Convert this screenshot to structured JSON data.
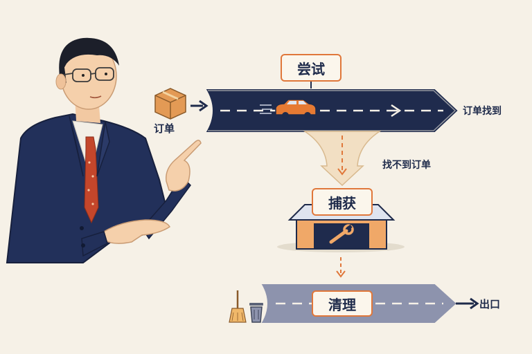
{
  "diagram": {
    "input_label": "订单",
    "try_label": "尝试",
    "found_label": "订单找到",
    "not_found_label": "找不到订单",
    "catch_label": "捕获",
    "cleanup_label": "清理",
    "exit_label": "出口"
  },
  "colors": {
    "road_dark": "#1f2b4d",
    "road_light": "#8d93ad",
    "accent_orange": "#e0773a",
    "navy": "#1e2a4a",
    "paper": "#f6f1e7",
    "garage": "#f0a868"
  },
  "icons": [
    "package-icon",
    "car-icon",
    "garage-icon",
    "wrench-icon",
    "broom-icon",
    "trash-can-icon"
  ]
}
